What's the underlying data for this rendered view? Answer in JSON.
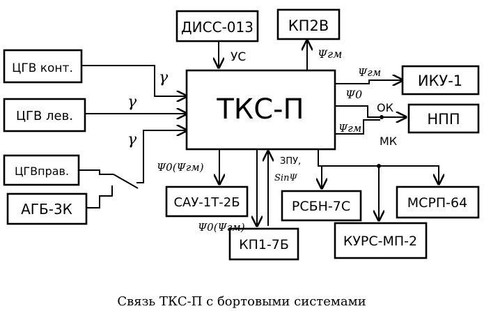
{
  "blocks": {
    "center": "ТКС-П",
    "diss": "ДИСС-013",
    "kp2v": "КП2В",
    "iku": "ИКУ-1",
    "npp": "НПП",
    "cgv_kont": "ЦГВ конт.",
    "cgv_lev": "ЦГВ лев.",
    "cgv_prav": "ЦГВправ.",
    "agb": "АГБ-3К",
    "sau": "САУ-1Т-2Б",
    "kp1": "КП1-7Б",
    "rsbn": "РСБН-7С",
    "msrp": "МСРП-64",
    "kurs": "КУРС-МП-2"
  },
  "signals": {
    "us": "УС",
    "gamma_1": "γ",
    "gamma_2": "γ",
    "gamma_3": "γ",
    "psi_gm_kp2v": "Ψгм",
    "psi_gm_iku": "Ψгм",
    "psi_0_right": "Ψ0",
    "ok": "ОК",
    "psi_gm_npp": "Ψгм",
    "mk": "МК",
    "psi_sau": "Ψ0(Ψгм)",
    "psi_kp1": "Ψ0(Ψгм)",
    "zpu": "ЗПУ,",
    "sin_psi": "SinΨ"
  },
  "caption": "Связь ТКС-П с бортовыми системами"
}
